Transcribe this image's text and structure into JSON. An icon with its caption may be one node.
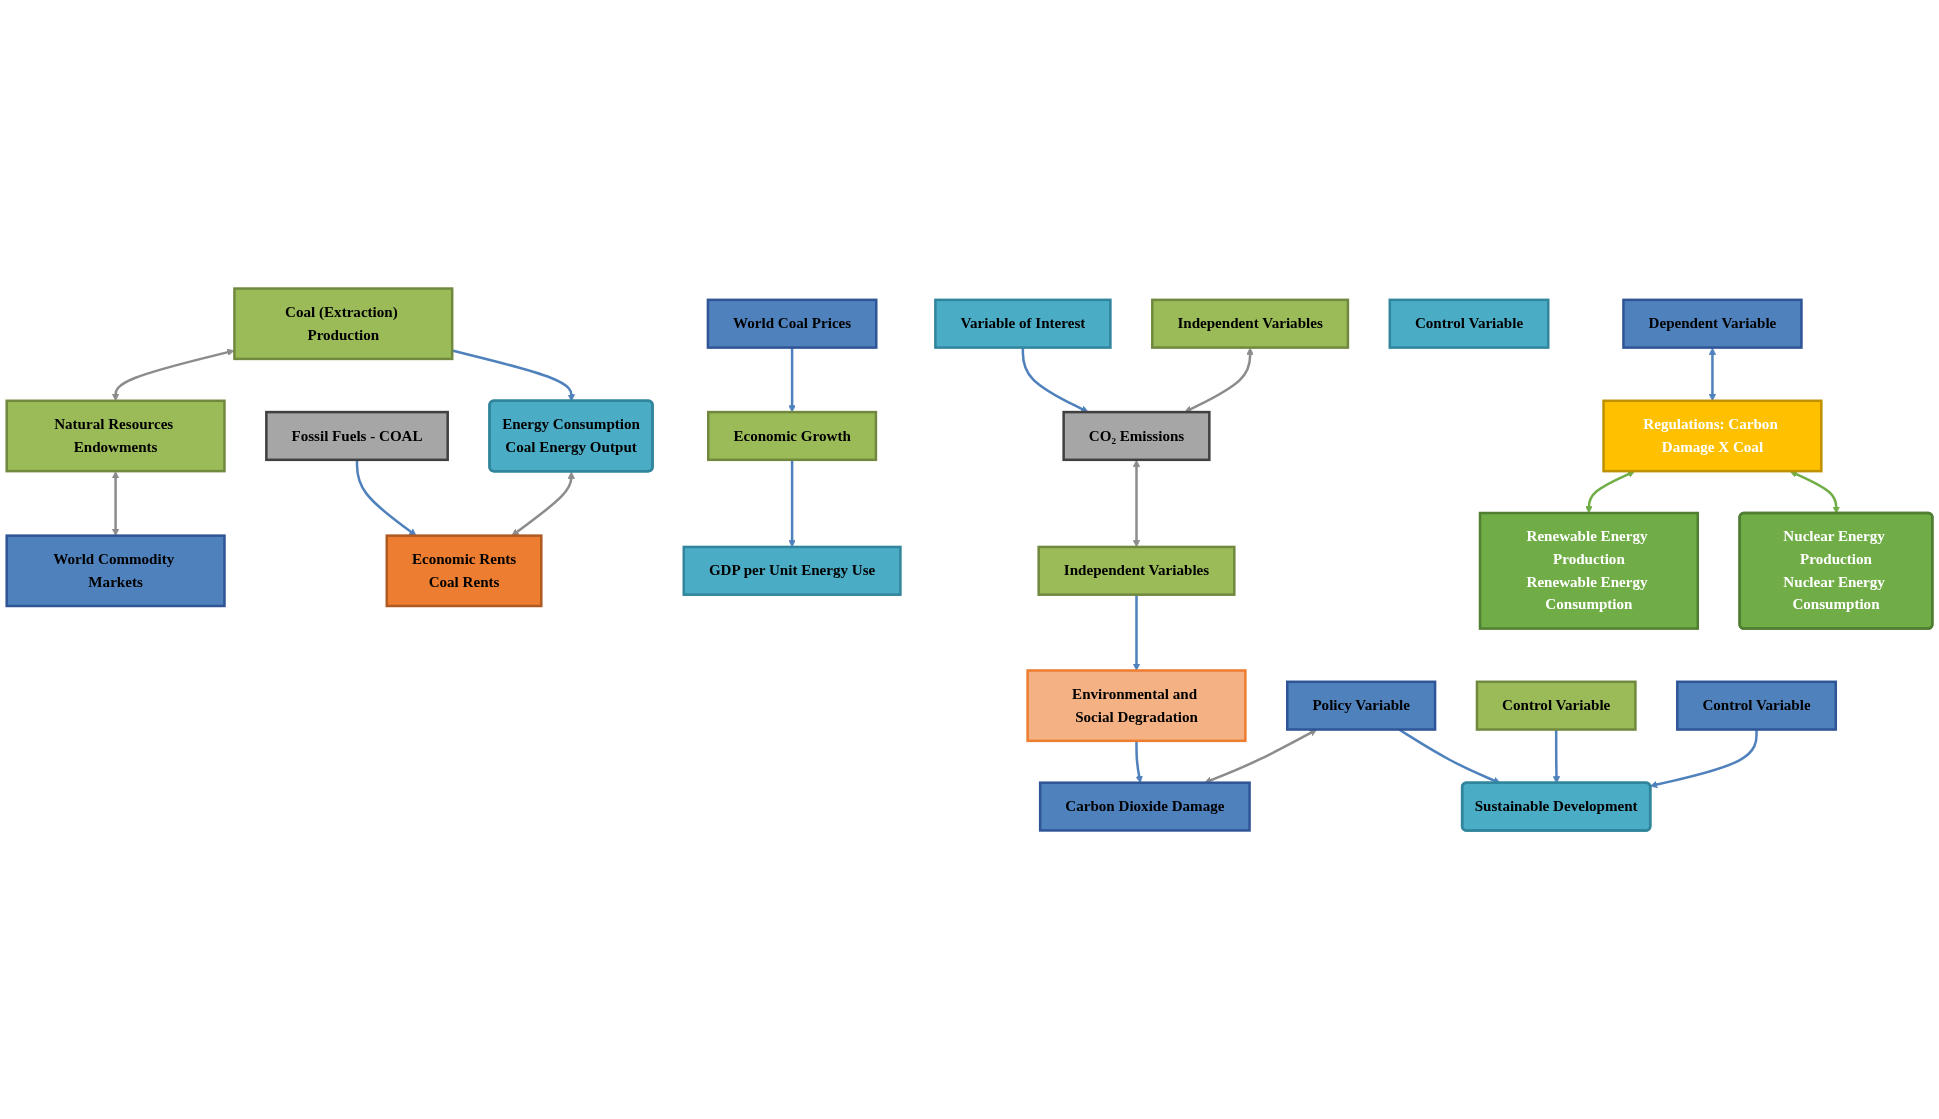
{
  "diagram": {
    "nodes": [
      {
        "text": [
          "Coal (Extraction) Production"
        ]
      },
      {
        "text": [
          "Natural Resources Endowments"
        ]
      },
      {
        "text": [
          "Fossil Fuels - COAL"
        ]
      },
      {
        "text": [
          "World Commodity Markets"
        ]
      },
      {
        "text": [
          "World Coal Prices"
        ]
      },
      {
        "text": [
          "Energy Consumption",
          "Coal Energy Output"
        ]
      },
      {
        "text": [
          "Independent Variables"
        ]
      },
      {
        "text": [
          "Economic Rents",
          "Coal Rents"
        ]
      },
      {
        "text": [
          "Variable of Interest"
        ]
      },
      {
        "text": [
          "Economic Growth"
        ]
      },
      {
        "text": [
          "GDP per Unit Energy Use"
        ]
      },
      {
        "text": [
          "Independent Variables"
        ]
      },
      {
        "text": [
          "Renewable Energy Production",
          "Renewable Energy Consumption"
        ]
      },
      {
        "text": [
          "Control Variable"
        ]
      },
      {
        "text": [
          "CO₂ Emissions"
        ]
      },
      {
        "text": [
          "Dependent Variable"
        ]
      },
      {
        "text": [
          "Environmental and Social Degradation"
        ]
      },
      {
        "text": [
          "Regulations: Carbon Damage X Coal"
        ]
      },
      {
        "text": [
          "Policy Variable"
        ]
      },
      {
        "text": [
          "Nuclear Energy Production",
          "Nuclear Energy Consumption"
        ]
      },
      {
        "text": [
          "Control Variable"
        ]
      },
      {
        "text": [
          "Carbon Dioxide Damage"
        ]
      },
      {
        "text": [
          "Control Variable"
        ]
      },
      {
        "text": [
          "Sustainable Development"
        ]
      }
    ],
    "edges": [
      {
        "from": 0,
        "to": 5,
        "arrow": "to"
      },
      {
        "from": 2,
        "to": 7,
        "arrow": "to"
      },
      {
        "from": 4,
        "to": 9,
        "arrow": "to"
      },
      {
        "from": 8,
        "to": 14,
        "arrow": "to"
      },
      {
        "from": 9,
        "to": 10,
        "arrow": "to"
      },
      {
        "from": 11,
        "to": 16,
        "arrow": "to"
      },
      {
        "from": 16,
        "to": 21,
        "arrow": "to"
      },
      {
        "from": 15,
        "to": 17,
        "arrow": "both"
      },
      {
        "from": 18,
        "to": 23,
        "arrow": "to"
      },
      {
        "from": 20,
        "to": 23,
        "arrow": "to"
      },
      {
        "from": 22,
        "to": 23,
        "arrow": "to"
      },
      {
        "from": 0,
        "to": 1,
        "arrow": "both",
        "color": "#8c8c8c"
      },
      {
        "from": 5,
        "to": 7,
        "arrow": "both",
        "color": "#8c8c8c"
      },
      {
        "from": 6,
        "to": 14,
        "arrow": "both",
        "color": "#8c8c8c"
      },
      {
        "from": 1,
        "to": 3,
        "arrow": "both",
        "color": "#8c8c8c"
      },
      {
        "from": 14,
        "to": 11,
        "arrow": "both",
        "color": "#8c8c8c"
      },
      {
        "from": 18,
        "to": 21,
        "arrow": "both",
        "color": "#8c8c8c"
      },
      {
        "from": 17,
        "to": 12,
        "arrow": "both",
        "color": "#70ad47"
      },
      {
        "from": 17,
        "to": 19,
        "arrow": "both",
        "color": "#70ad47"
      }
    ]
  }
}
